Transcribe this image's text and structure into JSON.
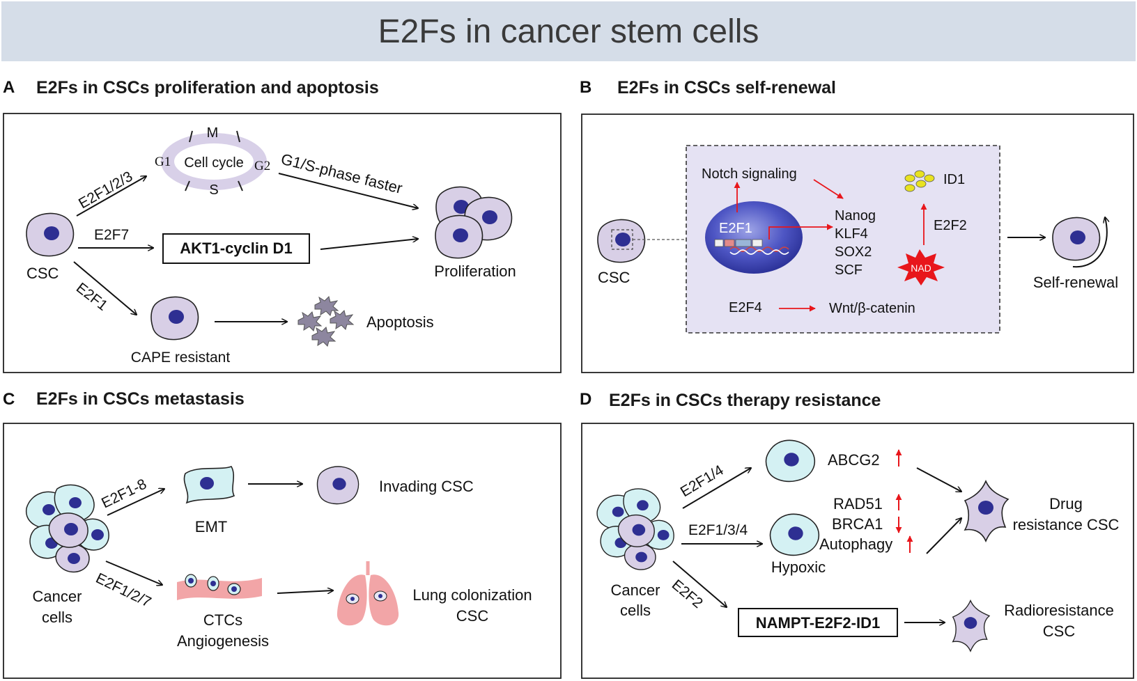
{
  "title": "E2Fs in cancer stem cells",
  "colors": {
    "header_band": "#d5dde8",
    "cell_purple": "#d8cfe6",
    "cell_cyan": "#d4f1f3",
    "nucleus": "#2e2f92",
    "red_arrow": "#e8161b",
    "lung_pink": "#f2a5a7",
    "dashed_box_fill": "#e5e2f3"
  },
  "panels": {
    "A": {
      "label": "A",
      "title": "E2Fs in CSCs proliferation and apoptosis",
      "csc": "CSC",
      "cycle": {
        "center": "Cell cycle",
        "m": "M",
        "s": "S",
        "g1": "G1",
        "g2": "G2"
      },
      "e2f123": "E2F1/2/3",
      "e2f7": "E2F7",
      "e2f1": "E2F1",
      "faster": "G1/S-phase faster",
      "akt": "AKT1-cyclin D1",
      "proliferation": "Proliferation",
      "cape": "CAPE resistant",
      "apoptosis": "Apoptosis"
    },
    "B": {
      "label": "B",
      "title": "E2Fs in CSCs self-renewal",
      "csc": "CSC",
      "notch": "Notch signaling",
      "e2f1": "E2F1",
      "targets": [
        "Nanog",
        "KLF4",
        "SOX2",
        "SCF"
      ],
      "id1": "ID1",
      "e2f2": "E2F2",
      "nad": "NAD",
      "e2f4": "E2F4",
      "wnt": "Wnt/β-catenin",
      "self_renewal": "Self-renewal"
    },
    "C": {
      "label": "C",
      "title": "E2Fs in CSCs metastasis",
      "cancer": "Cancer",
      "cells": "cells",
      "e2f18": "E2F1-8",
      "emt": "EMT",
      "invading": "Invading CSC",
      "e2f127": "E2F1/2/7",
      "ctcs": "CTCs",
      "angio": "Angiogenesis",
      "lung1": "Lung colonization",
      "lung2": "CSC"
    },
    "D": {
      "label": "D",
      "title": "E2Fs in CSCs therapy resistance",
      "cancer": "Cancer",
      "cells": "cells",
      "e2f14": "E2F1/4",
      "abcg2": "ABCG2",
      "e2f134": "E2F1/3/4",
      "rad51": "RAD51",
      "brca1": "BRCA1",
      "autophagy": "Autophagy",
      "hypoxic": "Hypoxic",
      "e2f2": "E2F2",
      "nampt": "NAMPT-E2F2-ID1",
      "drug1": "Drug",
      "drug2": "resistance CSC",
      "radio1": "Radioresistance",
      "radio2": "CSC"
    }
  }
}
